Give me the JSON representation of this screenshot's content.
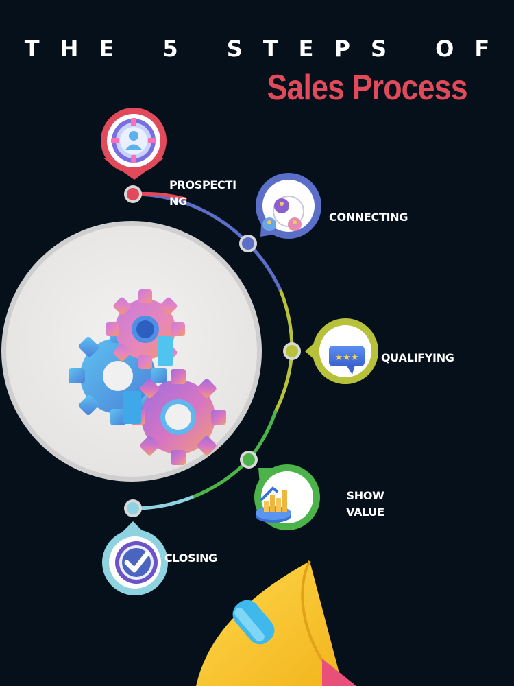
{
  "header": {
    "kicker": "THE 5 STEPS OF",
    "title": "Sales Process"
  },
  "colors": {
    "background": "#06101a",
    "title_accent": "#e04a5a",
    "prospecting": "#e04a5a",
    "connecting": "#5b6ec8",
    "qualifying": "#b7c23a",
    "show_value": "#4cb34a",
    "closing": "#8fd3e0"
  },
  "steps": [
    {
      "label": "PROSPECTING",
      "icon": "target-user-icon"
    },
    {
      "label": "CONNECTING",
      "icon": "network-people-icon"
    },
    {
      "label": "QUALIFYING",
      "icon": "rating-stars-icon"
    },
    {
      "label": "SHOW VALUE",
      "icon": "growth-chart-icon"
    },
    {
      "label": "CLOSING",
      "icon": "checkmark-icon"
    }
  ],
  "illustrations": {
    "center": "gears-icon",
    "corner": "megaphone-icon"
  }
}
